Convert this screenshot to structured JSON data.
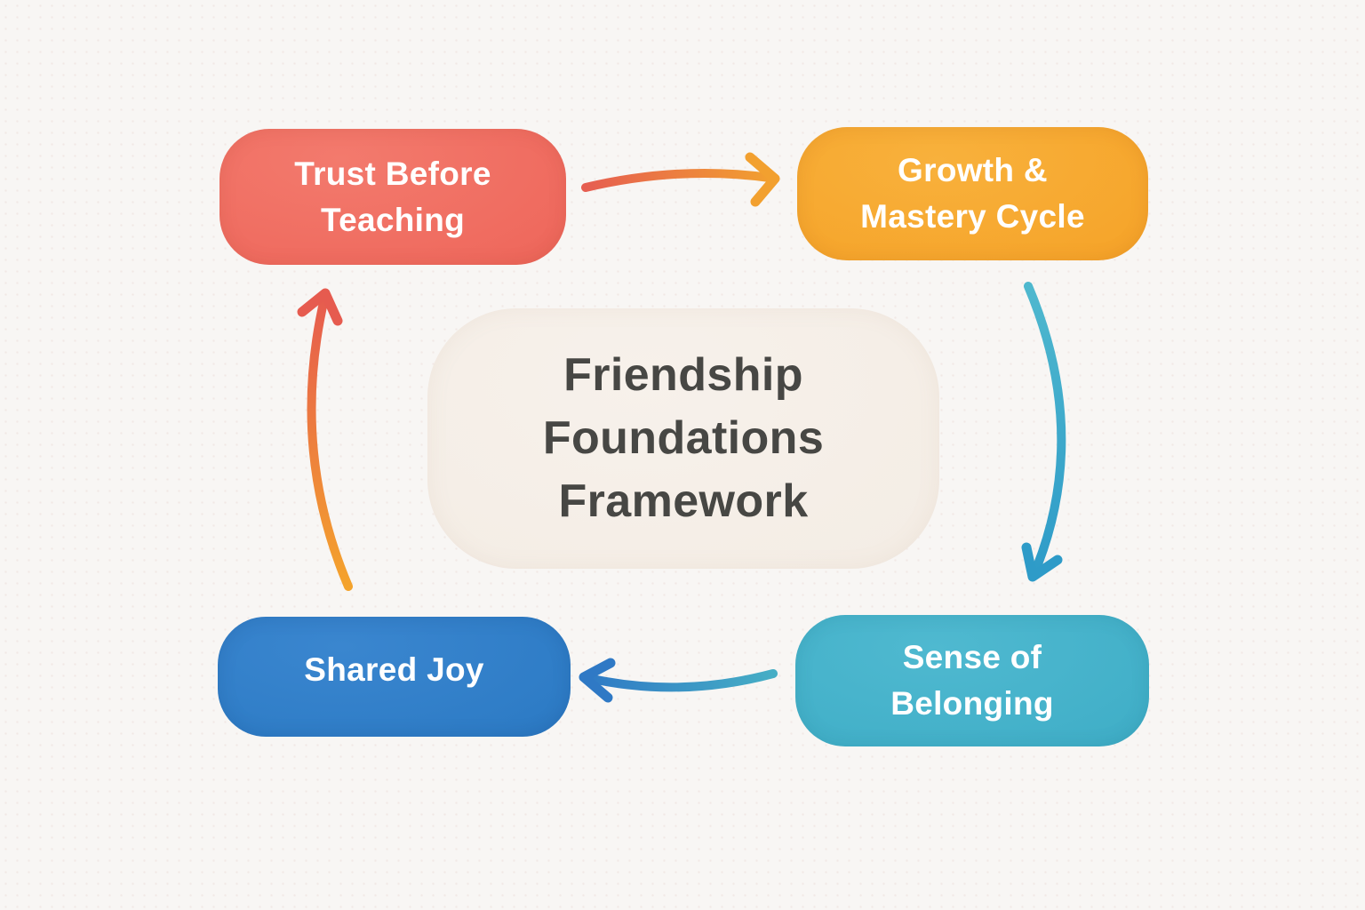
{
  "diagram": {
    "background_color": "#F8F6F4",
    "title": {
      "text": "Friendship Foundations Framework",
      "lines": [
        "Friendship",
        "Foundations",
        "Framework"
      ],
      "text_color": "#474744",
      "card_color": "#F4EDE5"
    },
    "nodes": {
      "trust": {
        "label": "Trust Before Teaching",
        "lines": [
          "Trust Before",
          "Teaching"
        ],
        "color": "#EF6A5E",
        "text_color": "#FFFFFF",
        "position": "top-left"
      },
      "growth": {
        "label": "Growth & Mastery Cycle",
        "lines": [
          "Growth &",
          "Mastery Cycle"
        ],
        "color": "#F6A52B",
        "text_color": "#FFFFFF",
        "position": "top-right"
      },
      "belonging": {
        "label": "Sense of Belonging",
        "lines": [
          "Sense of",
          "Belonging"
        ],
        "color": "#41AFC8",
        "text_color": "#FFFFFF",
        "position": "bottom-right"
      },
      "joy": {
        "label": "Shared Joy",
        "lines": [
          "Shared Joy"
        ],
        "color": "#2E7CC6",
        "text_color": "#FFFFFF",
        "position": "bottom-left"
      }
    },
    "arrows": [
      {
        "name": "trust-to-growth",
        "from": "trust",
        "to": "growth",
        "direction": "right",
        "color_start": "#E65E51",
        "color_end": "#F2A02F"
      },
      {
        "name": "growth-to-belonging",
        "from": "growth",
        "to": "belonging",
        "direction": "down",
        "color_start": "#4FB8CE",
        "color_end": "#2E9BC8"
      },
      {
        "name": "belonging-to-joy",
        "from": "belonging",
        "to": "joy",
        "direction": "left",
        "color_start": "#46AEC5",
        "color_end": "#2F79C5"
      },
      {
        "name": "joy-to-trust",
        "from": "joy",
        "to": "trust",
        "direction": "up",
        "color_start": "#F4A32C",
        "color_end": "#E65B4F"
      }
    ]
  }
}
